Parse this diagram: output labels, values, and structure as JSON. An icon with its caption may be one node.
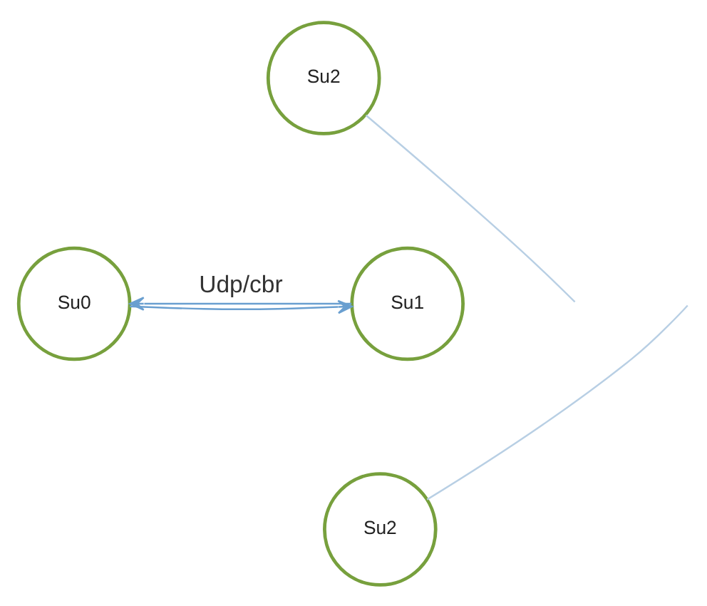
{
  "diagram": {
    "nodes": [
      {
        "text": [
          "Su2"
        ]
      },
      {
        "text": [
          "Su0"
        ]
      },
      {
        "text": [
          "Su1"
        ]
      },
      {
        "text": [
          "Su2"
        ]
      }
    ],
    "edges": [
      {
        "from": 2,
        "to": 1,
        "arrow": "to",
        "label": "Udp/cbr"
      },
      {
        "from": 1,
        "to": 2,
        "arrow": "to"
      },
      {
        "from": 0,
        "to": null,
        "arrow": "none",
        "color": "#b8cfe4"
      },
      {
        "from": null,
        "to": 3,
        "arrow": "none",
        "color": "#b8cfe4"
      }
    ]
  }
}
